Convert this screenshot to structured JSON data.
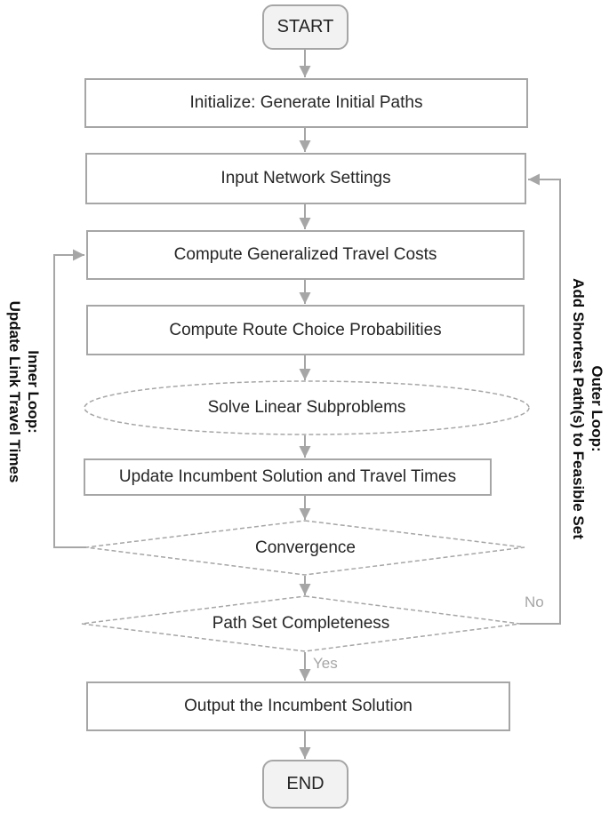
{
  "diagram": {
    "type": "flowchart",
    "nodes": {
      "start": "START",
      "initialize": "Initialize: Generate Initial Paths",
      "input_network": "Input Network Settings",
      "compute_costs": "Compute Generalized Travel Costs",
      "compute_probabilities": "Compute Route Choice Probabilities",
      "solve_subproblems": "Solve Linear Subproblems",
      "update_incumbent": "Update Incumbent Solution and Travel Times",
      "convergence": "Convergence",
      "path_set_completeness": "Path Set Completeness",
      "output_solution": "Output the Incumbent Solution",
      "end": "END"
    },
    "edge_labels": {
      "yes": "Yes",
      "no": "No"
    },
    "side_labels": {
      "inner_loop": {
        "title": "Inner Loop:",
        "subtitle": "Update Link Travel Times"
      },
      "outer_loop": {
        "title": "Outer Loop:",
        "subtitle": "Add Shortest Path(s) to Feasible Set"
      }
    },
    "colors": {
      "shape_border": "#a6a6a6",
      "connector": "#a6a6a6",
      "terminal_fill": "#f2f2f2",
      "process_fill": "#ffffff",
      "node_text": "#262626",
      "edge_label_text": "#a6a6a6",
      "side_label_text": "#0d0d0d"
    }
  }
}
